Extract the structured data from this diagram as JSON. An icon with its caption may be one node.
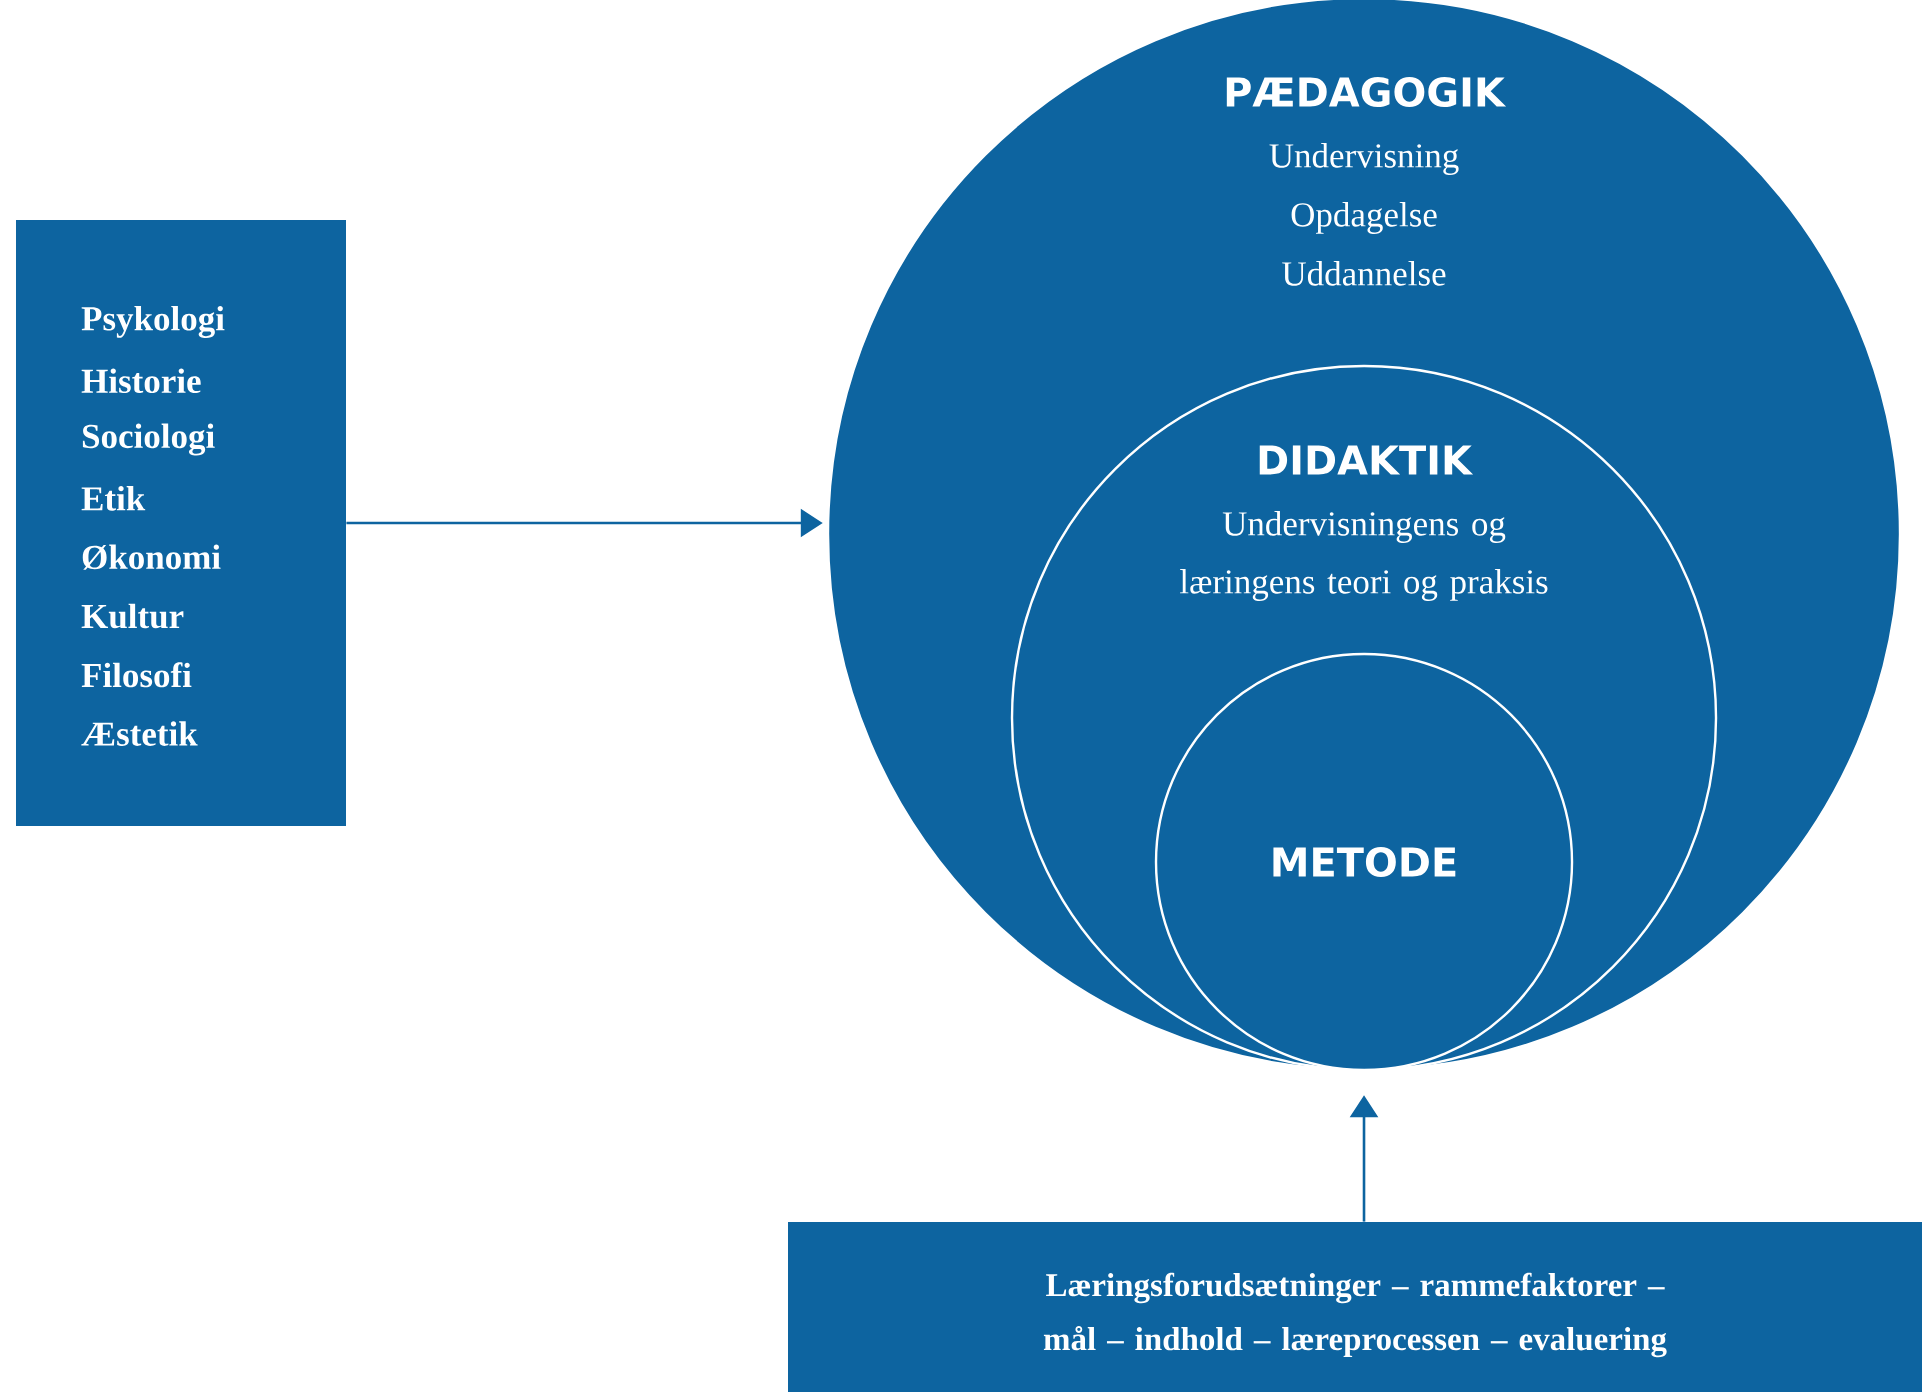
{
  "diagram": {
    "nodes": [
      {
        "text": [
          "PÆDAGOGIK",
          "Undervisning",
          "Opdagelse",
          "Uddannelse"
        ]
      },
      {
        "text": [
          "DIDAKTIK",
          "Undervisningens og læringens teori og praksis"
        ],
        "in": 0
      },
      {
        "text": [
          "METODE"
        ],
        "in": 1
      },
      {
        "text": [
          "Psykologi",
          "Historie",
          "Sociologi",
          "Etik",
          "Økonomi",
          "Kultur",
          "Filosofi",
          "Æstetik"
        ]
      },
      {
        "text": [
          "Læringsforudsætninger – rammefaktorer – mål – indhold – læreprocessen – evaluering"
        ]
      }
    ],
    "edges": [
      {
        "from": 3,
        "to": 0,
        "arrow": "to"
      },
      {
        "from": 4,
        "to": 0,
        "arrow": "to"
      }
    ]
  }
}
